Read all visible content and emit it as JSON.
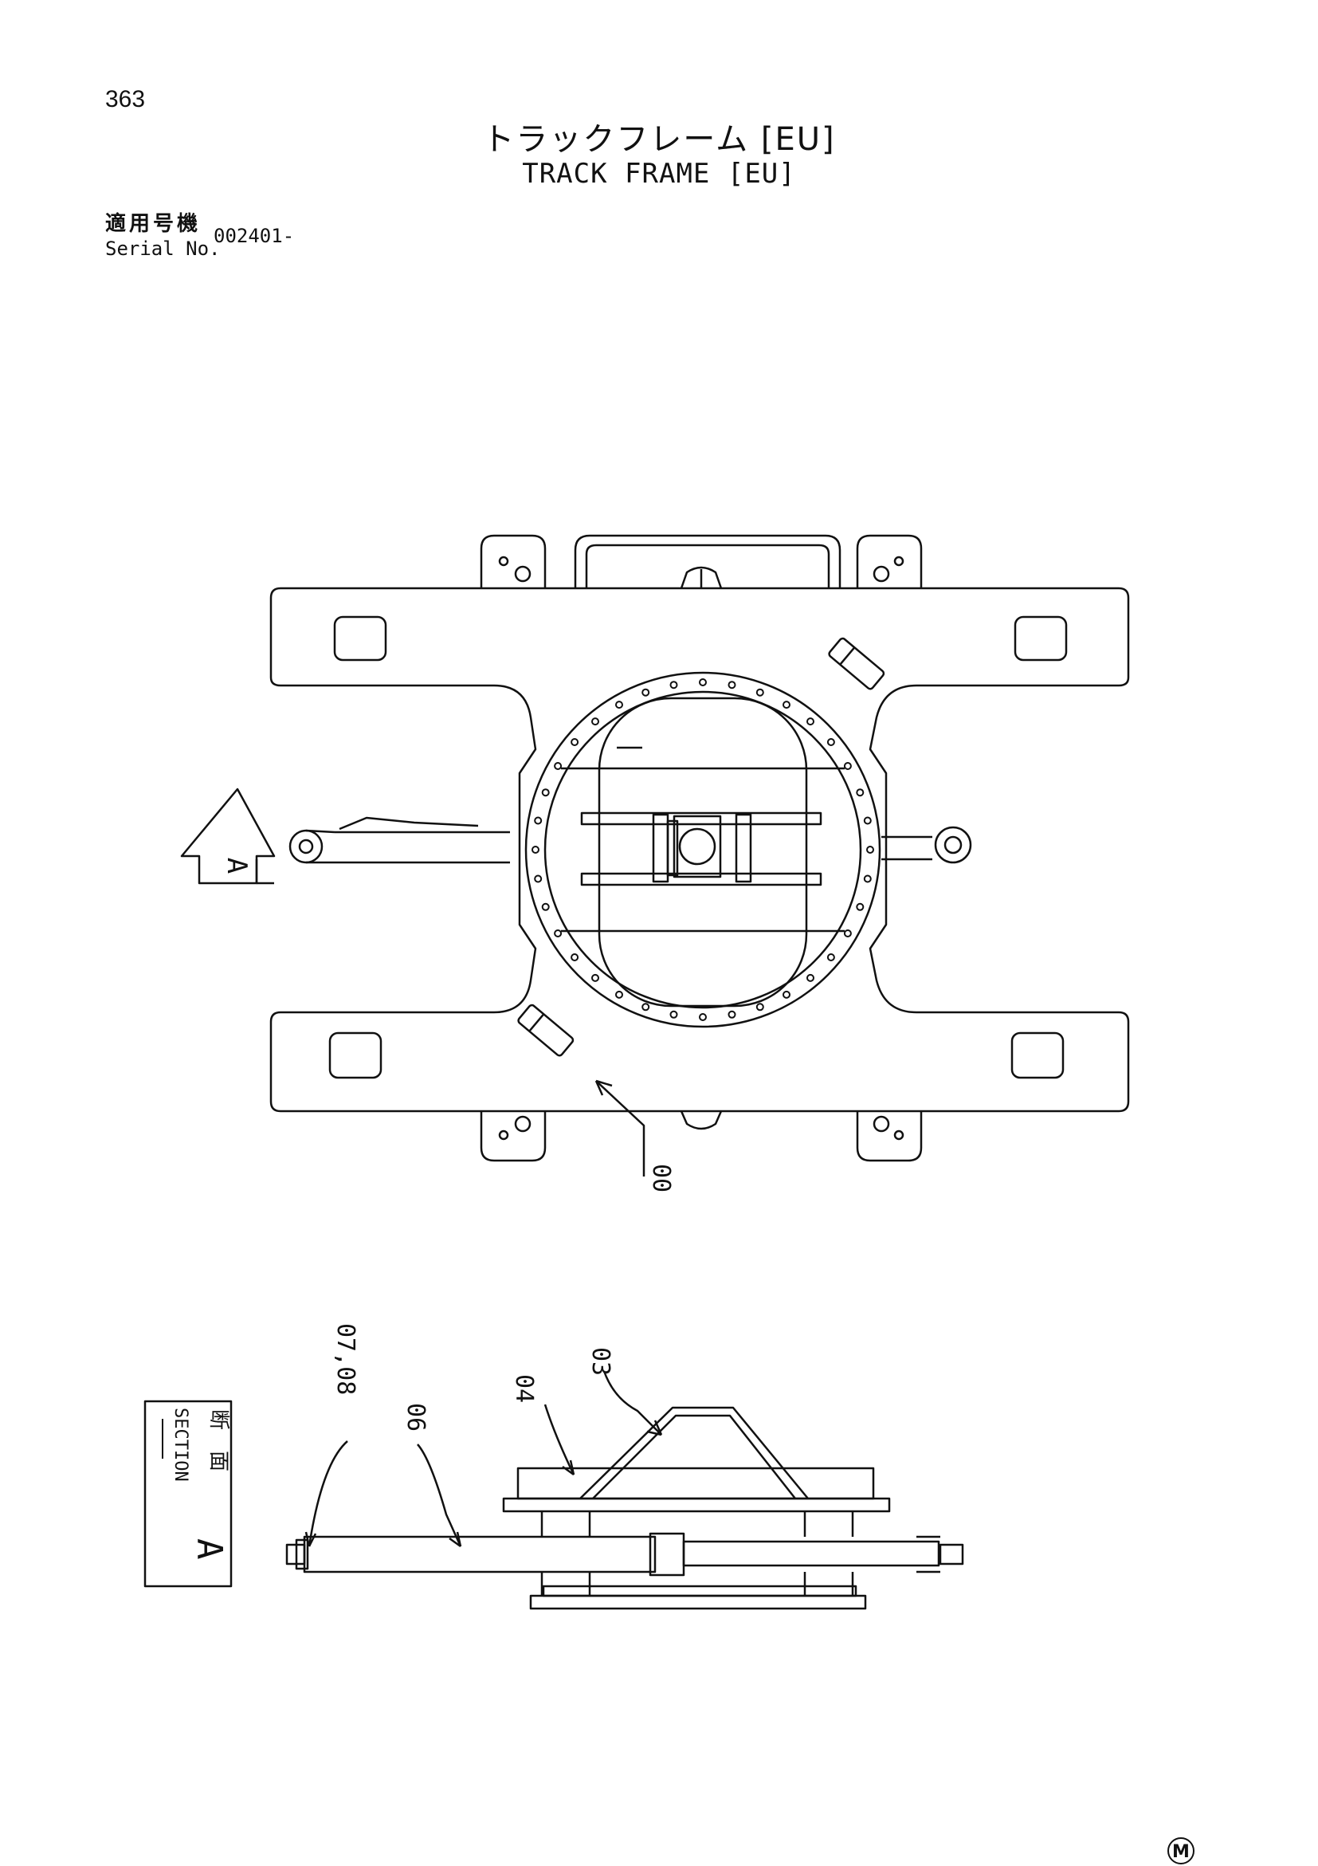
{
  "page": {
    "number": "363"
  },
  "title": {
    "japanese": "トラックフレーム [EU]",
    "english": "TRACK FRAME [EU]"
  },
  "serial": {
    "label_jp": "適用号機",
    "label_en": "Serial No.",
    "value": "002401-"
  },
  "drawing": {
    "view_arrow_letter": "A",
    "part_callouts": {
      "frame": "00",
      "cover": "03",
      "bolt": "04",
      "cylinder": "06",
      "pin": "07,08"
    },
    "section_box": {
      "label_jp": "断　面",
      "label_en": "SECTION",
      "letter": "A"
    }
  },
  "footer": {
    "mark": "M"
  }
}
